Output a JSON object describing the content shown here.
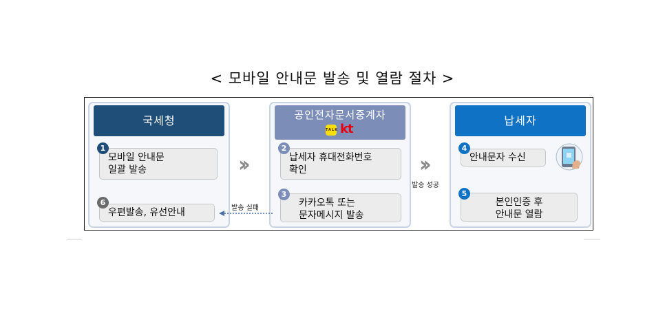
{
  "title": "< 모바일 안내문 발송 및 열람 절차 >",
  "colors": {
    "nts_header": "#1f4e79",
    "relay_header": "#7c8eb8",
    "taxpayer_header": "#0f72c4",
    "gray_badge": "#6b6b6b"
  },
  "columns": {
    "nts": {
      "header": "국세청",
      "step1": {
        "num": "1",
        "line1": "모바일 안내문",
        "line2": "일괄 발송"
      },
      "step6": {
        "num": "6",
        "line1": "우편발송, 유선안내"
      }
    },
    "relay": {
      "header": "공인전자문서중계자",
      "kakao_logo": "TALK",
      "kt_logo": "kt",
      "step2": {
        "num": "2",
        "line1": "납세자 휴대전화번호",
        "line2": "확인"
      },
      "step3": {
        "num": "3",
        "line1": "카카오톡 또는",
        "line2": "문자메시지 발송"
      }
    },
    "taxpayer": {
      "header": "납세자",
      "step4": {
        "num": "4",
        "line1": "안내문자 수신"
      },
      "step5": {
        "num": "5",
        "line1": "본인인증 후",
        "line2": "안내문 열람"
      }
    }
  },
  "connectors": {
    "success_label": "발송 성공",
    "failure_label": "발송 실패"
  },
  "icons": [
    "chevron-double-right-icon",
    "phone-hand-icon"
  ]
}
